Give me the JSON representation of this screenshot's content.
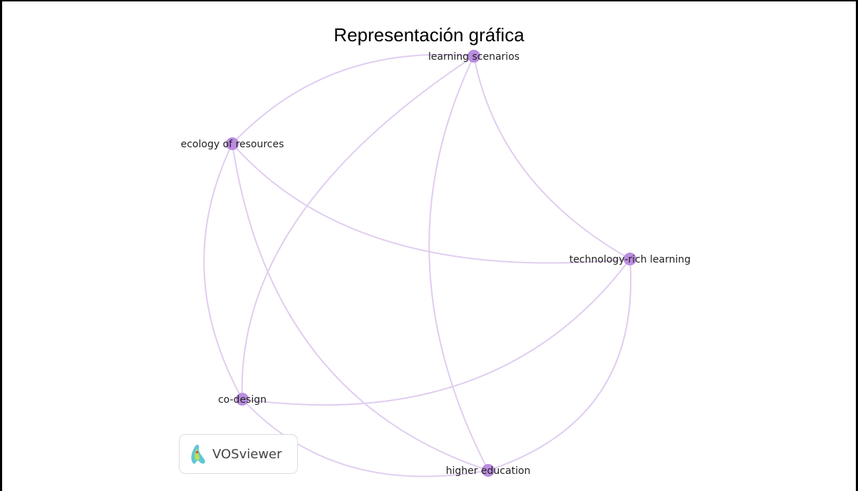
{
  "title": "Representación gráfica",
  "network": {
    "nodes": [
      {
        "id": "learning_scenarios",
        "label": "learning scenarios"
      },
      {
        "id": "ecology_of_resources",
        "label": "ecology of resources"
      },
      {
        "id": "technology_rich_learning",
        "label": "technology-rich learning"
      },
      {
        "id": "co_design",
        "label": "co-design"
      },
      {
        "id": "higher_education",
        "label": "higher education"
      }
    ],
    "edges": [
      [
        "ecology_of_resources",
        "learning_scenarios"
      ],
      [
        "learning_scenarios",
        "technology_rich_learning"
      ],
      [
        "learning_scenarios",
        "co_design"
      ],
      [
        "learning_scenarios",
        "higher_education"
      ],
      [
        "ecology_of_resources",
        "technology_rich_learning"
      ],
      [
        "ecology_of_resources",
        "co_design"
      ],
      [
        "ecology_of_resources",
        "higher_education"
      ],
      [
        "technology_rich_learning",
        "co_design"
      ],
      [
        "technology_rich_learning",
        "higher_education"
      ],
      [
        "co_design",
        "higher_education"
      ]
    ],
    "edge_color": "#e0cdf0",
    "node_color": "#bb8de0"
  },
  "logo": {
    "text": "VOSviewer"
  }
}
